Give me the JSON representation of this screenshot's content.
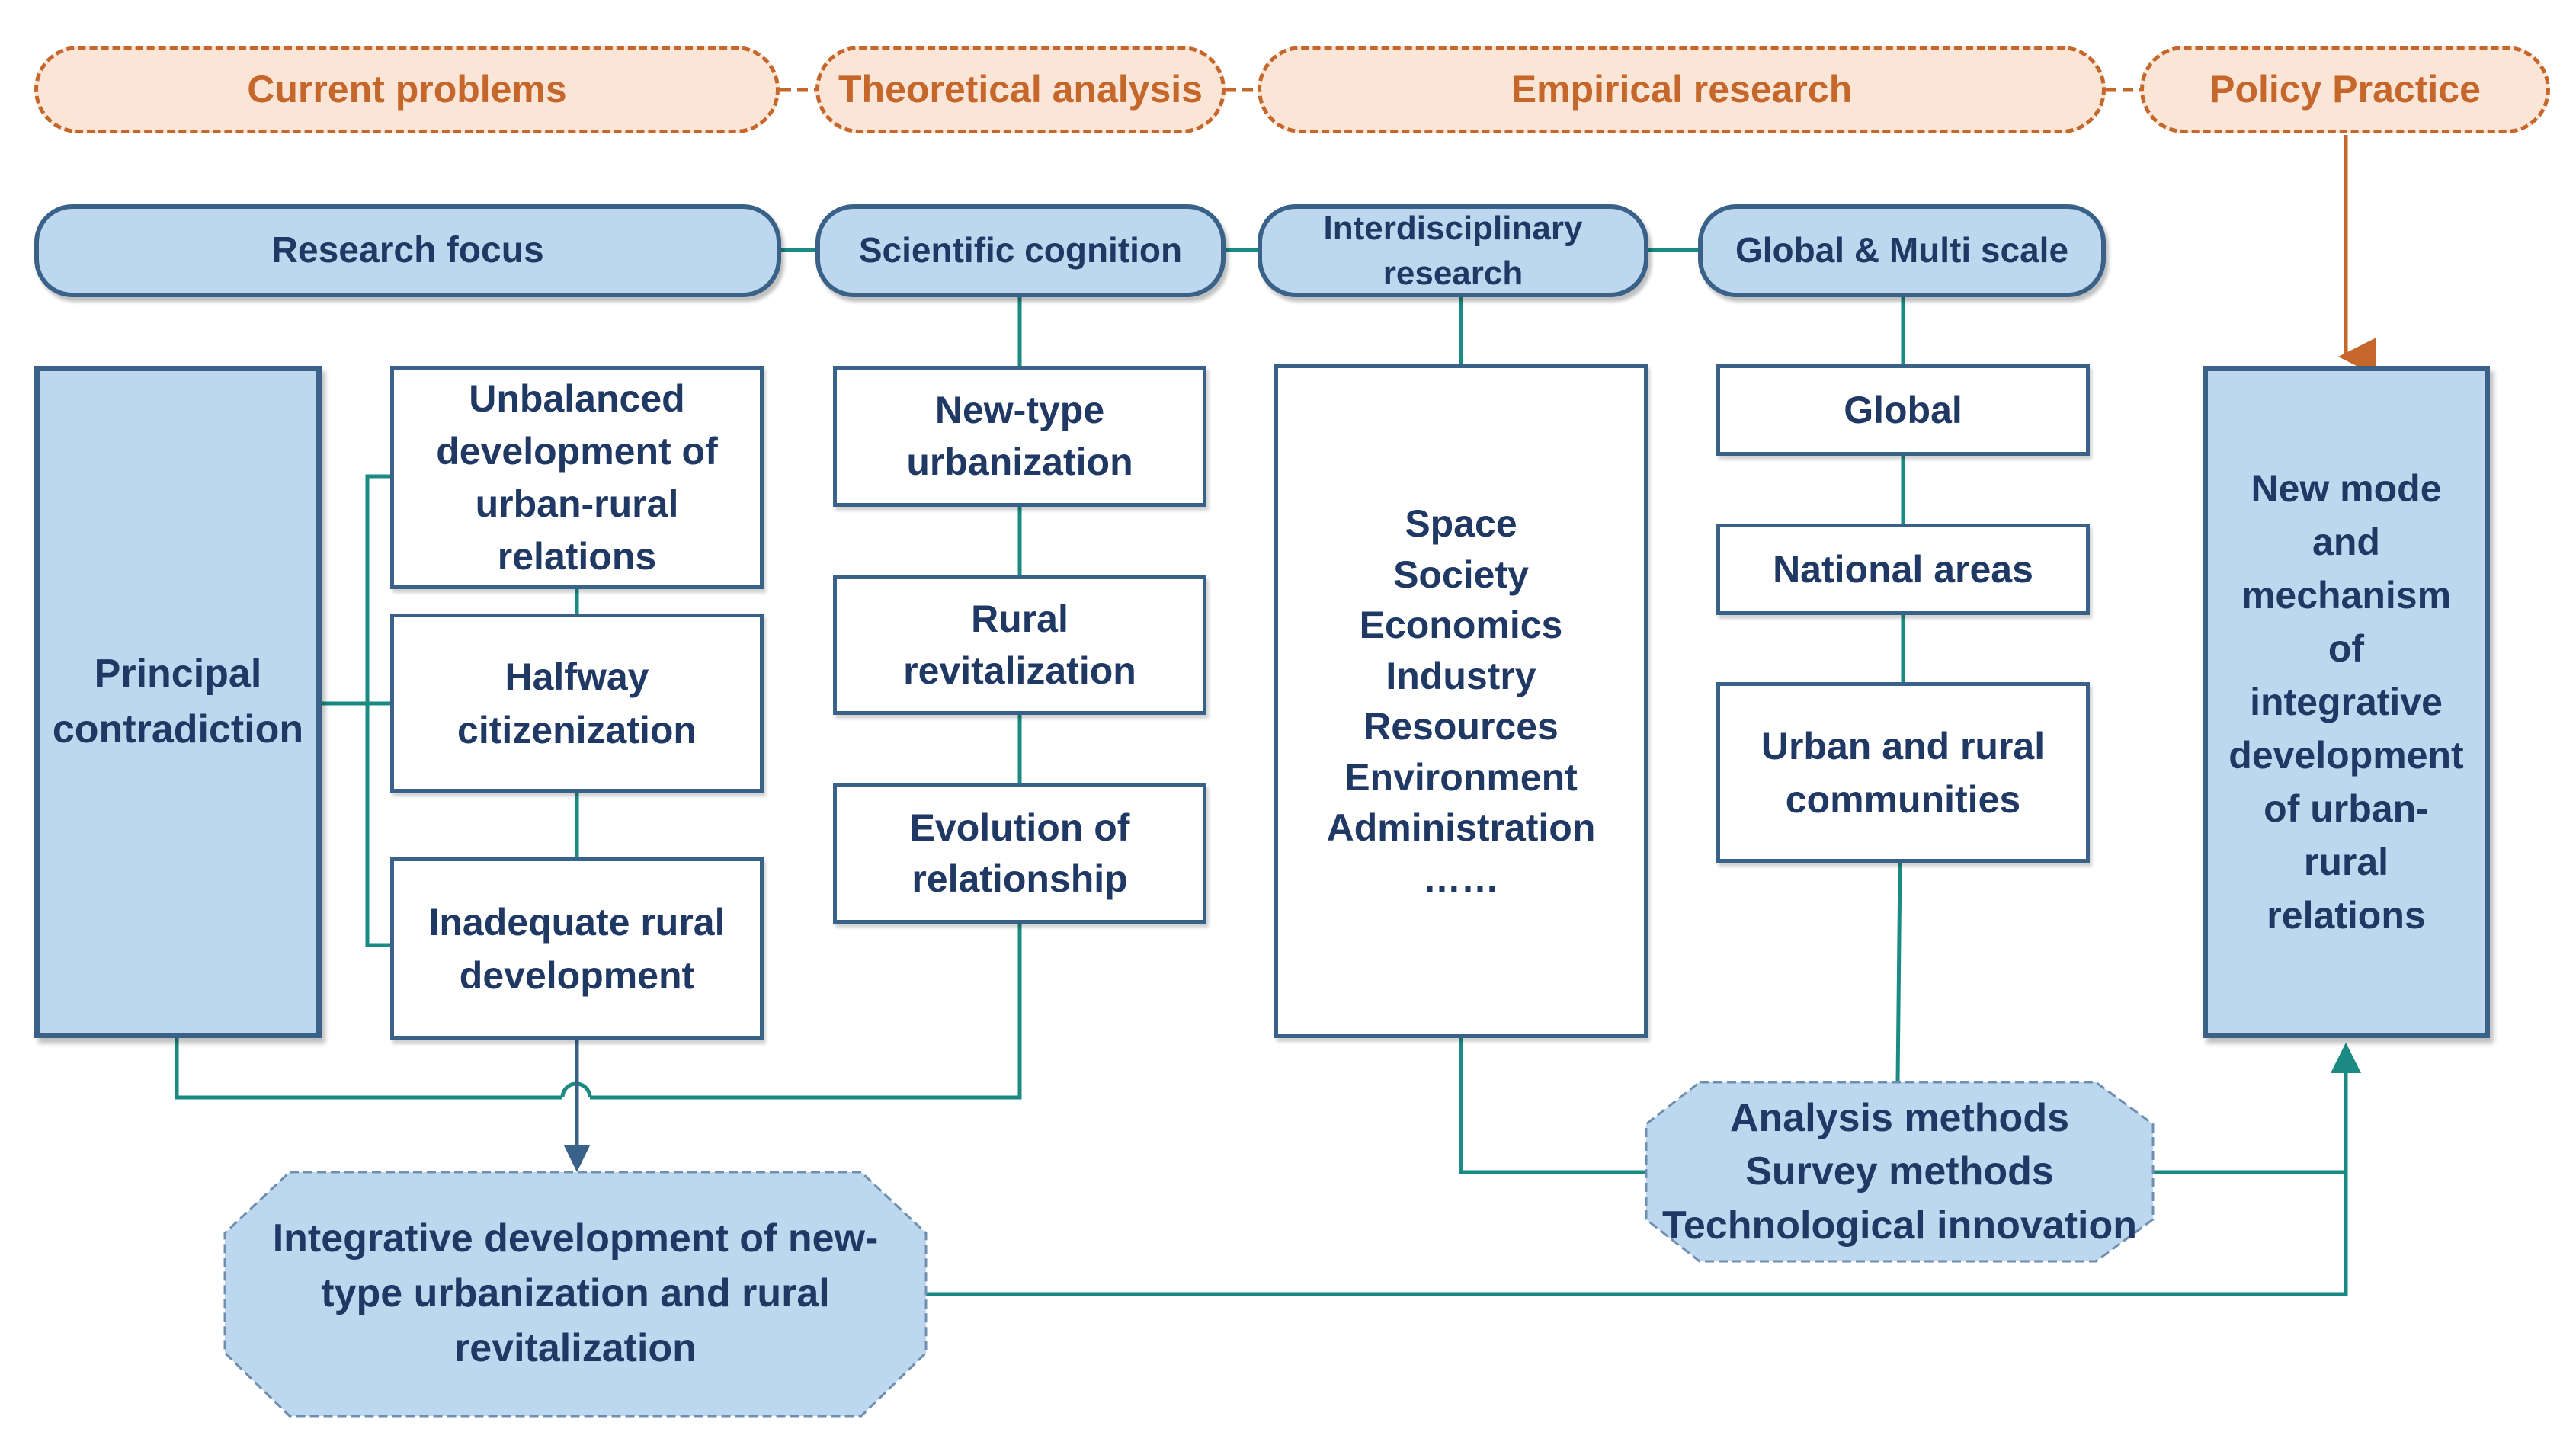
{
  "phases": {
    "current_problems": "Current problems",
    "theoretical_analysis": "Theoretical analysis",
    "empirical_research": "Empirical research",
    "policy_practice": "Policy Practice"
  },
  "pillars": {
    "research_focus": "Research focus",
    "scientific_cognition": "Scientific cognition",
    "interdisciplinary_research": "Interdisciplinary\nresearch",
    "global_multi_scale": "Global & Multi scale"
  },
  "problems": {
    "principal_contradiction": "Principal\ncontradiction",
    "unbalanced": "Unbalanced\ndevelopment of\nurban-rural\nrelations",
    "halfway": "Halfway\ncitizenization",
    "inadequate": "Inadequate rural\ndevelopment"
  },
  "cognition": {
    "new_type_urbanization": "New-type\nurbanization",
    "rural_revitalization": "Rural\nrevitalization",
    "evolution": "Evolution of\nrelationship"
  },
  "disciplines": {
    "list": "Space\nSociety\nEconomics\nIndustry\nResources\nEnvironment\nAdministration\n……"
  },
  "scales": {
    "global": "Global",
    "national_areas": "National areas",
    "communities": "Urban and rural\ncommunities"
  },
  "methods": {
    "text": "Analysis methods\nSurvey methods\nTechnological innovation"
  },
  "integrative": {
    "text": "Integrative development of new-\ntype urbanization and rural\nrevitalization"
  },
  "outcome": {
    "text": "New mode\nand\nmechanism\nof\nintegrative\ndevelopment\nof urban-\nrural\nrelations"
  },
  "colors": {
    "phase_border": "#c5662a",
    "phase_fill": "#fbe5d6",
    "node_border": "#3a6187",
    "node_fill": "#bdd7ee",
    "text": "#1f3864",
    "teal_line": "#1a8a82"
  }
}
